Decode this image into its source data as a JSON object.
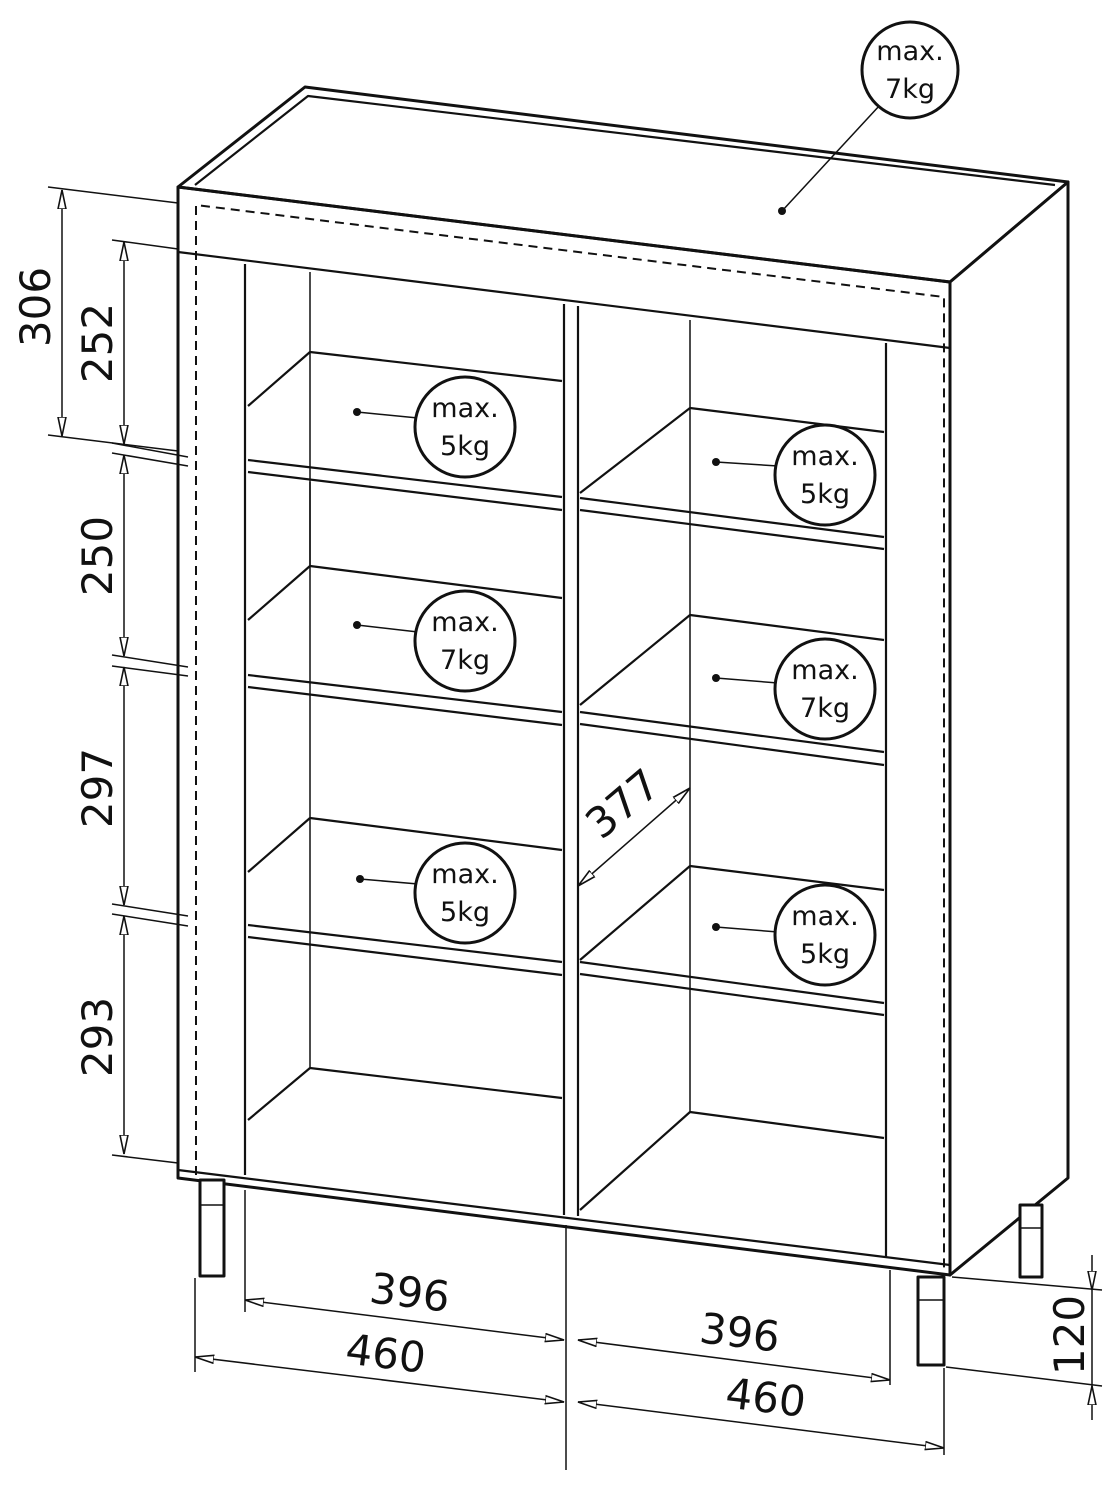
{
  "labels": {
    "load_max": "max.",
    "load_top": "7kg",
    "load_5": "5kg",
    "load_7": "7kg"
  },
  "dimensions": {
    "total_top_height": "306",
    "shelf_1": "252",
    "shelf_2": "250",
    "shelf_3": "297",
    "shelf_4": "293",
    "depth_diagonal": "377",
    "inner_width_left": "396",
    "outer_width_left": "460",
    "inner_width_right": "396",
    "outer_width_right": "460",
    "leg_height": "120"
  }
}
